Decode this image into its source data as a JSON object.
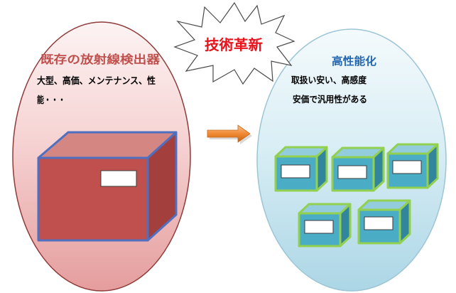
{
  "burst": {
    "text": "技術革新"
  },
  "left": {
    "title": "既存の放射線検出器",
    "lines": [
      "大型、高価、メンテナンス、性",
      "能・・・"
    ]
  },
  "right": {
    "title": "高性能化",
    "lines": [
      "取扱い安い、高感度",
      "安価で汎用性がある"
    ]
  },
  "colors": {
    "burst_text": "#e8141c",
    "left_title": "#c0504d",
    "right_title": "#2367b0",
    "body_text": "#000000"
  }
}
